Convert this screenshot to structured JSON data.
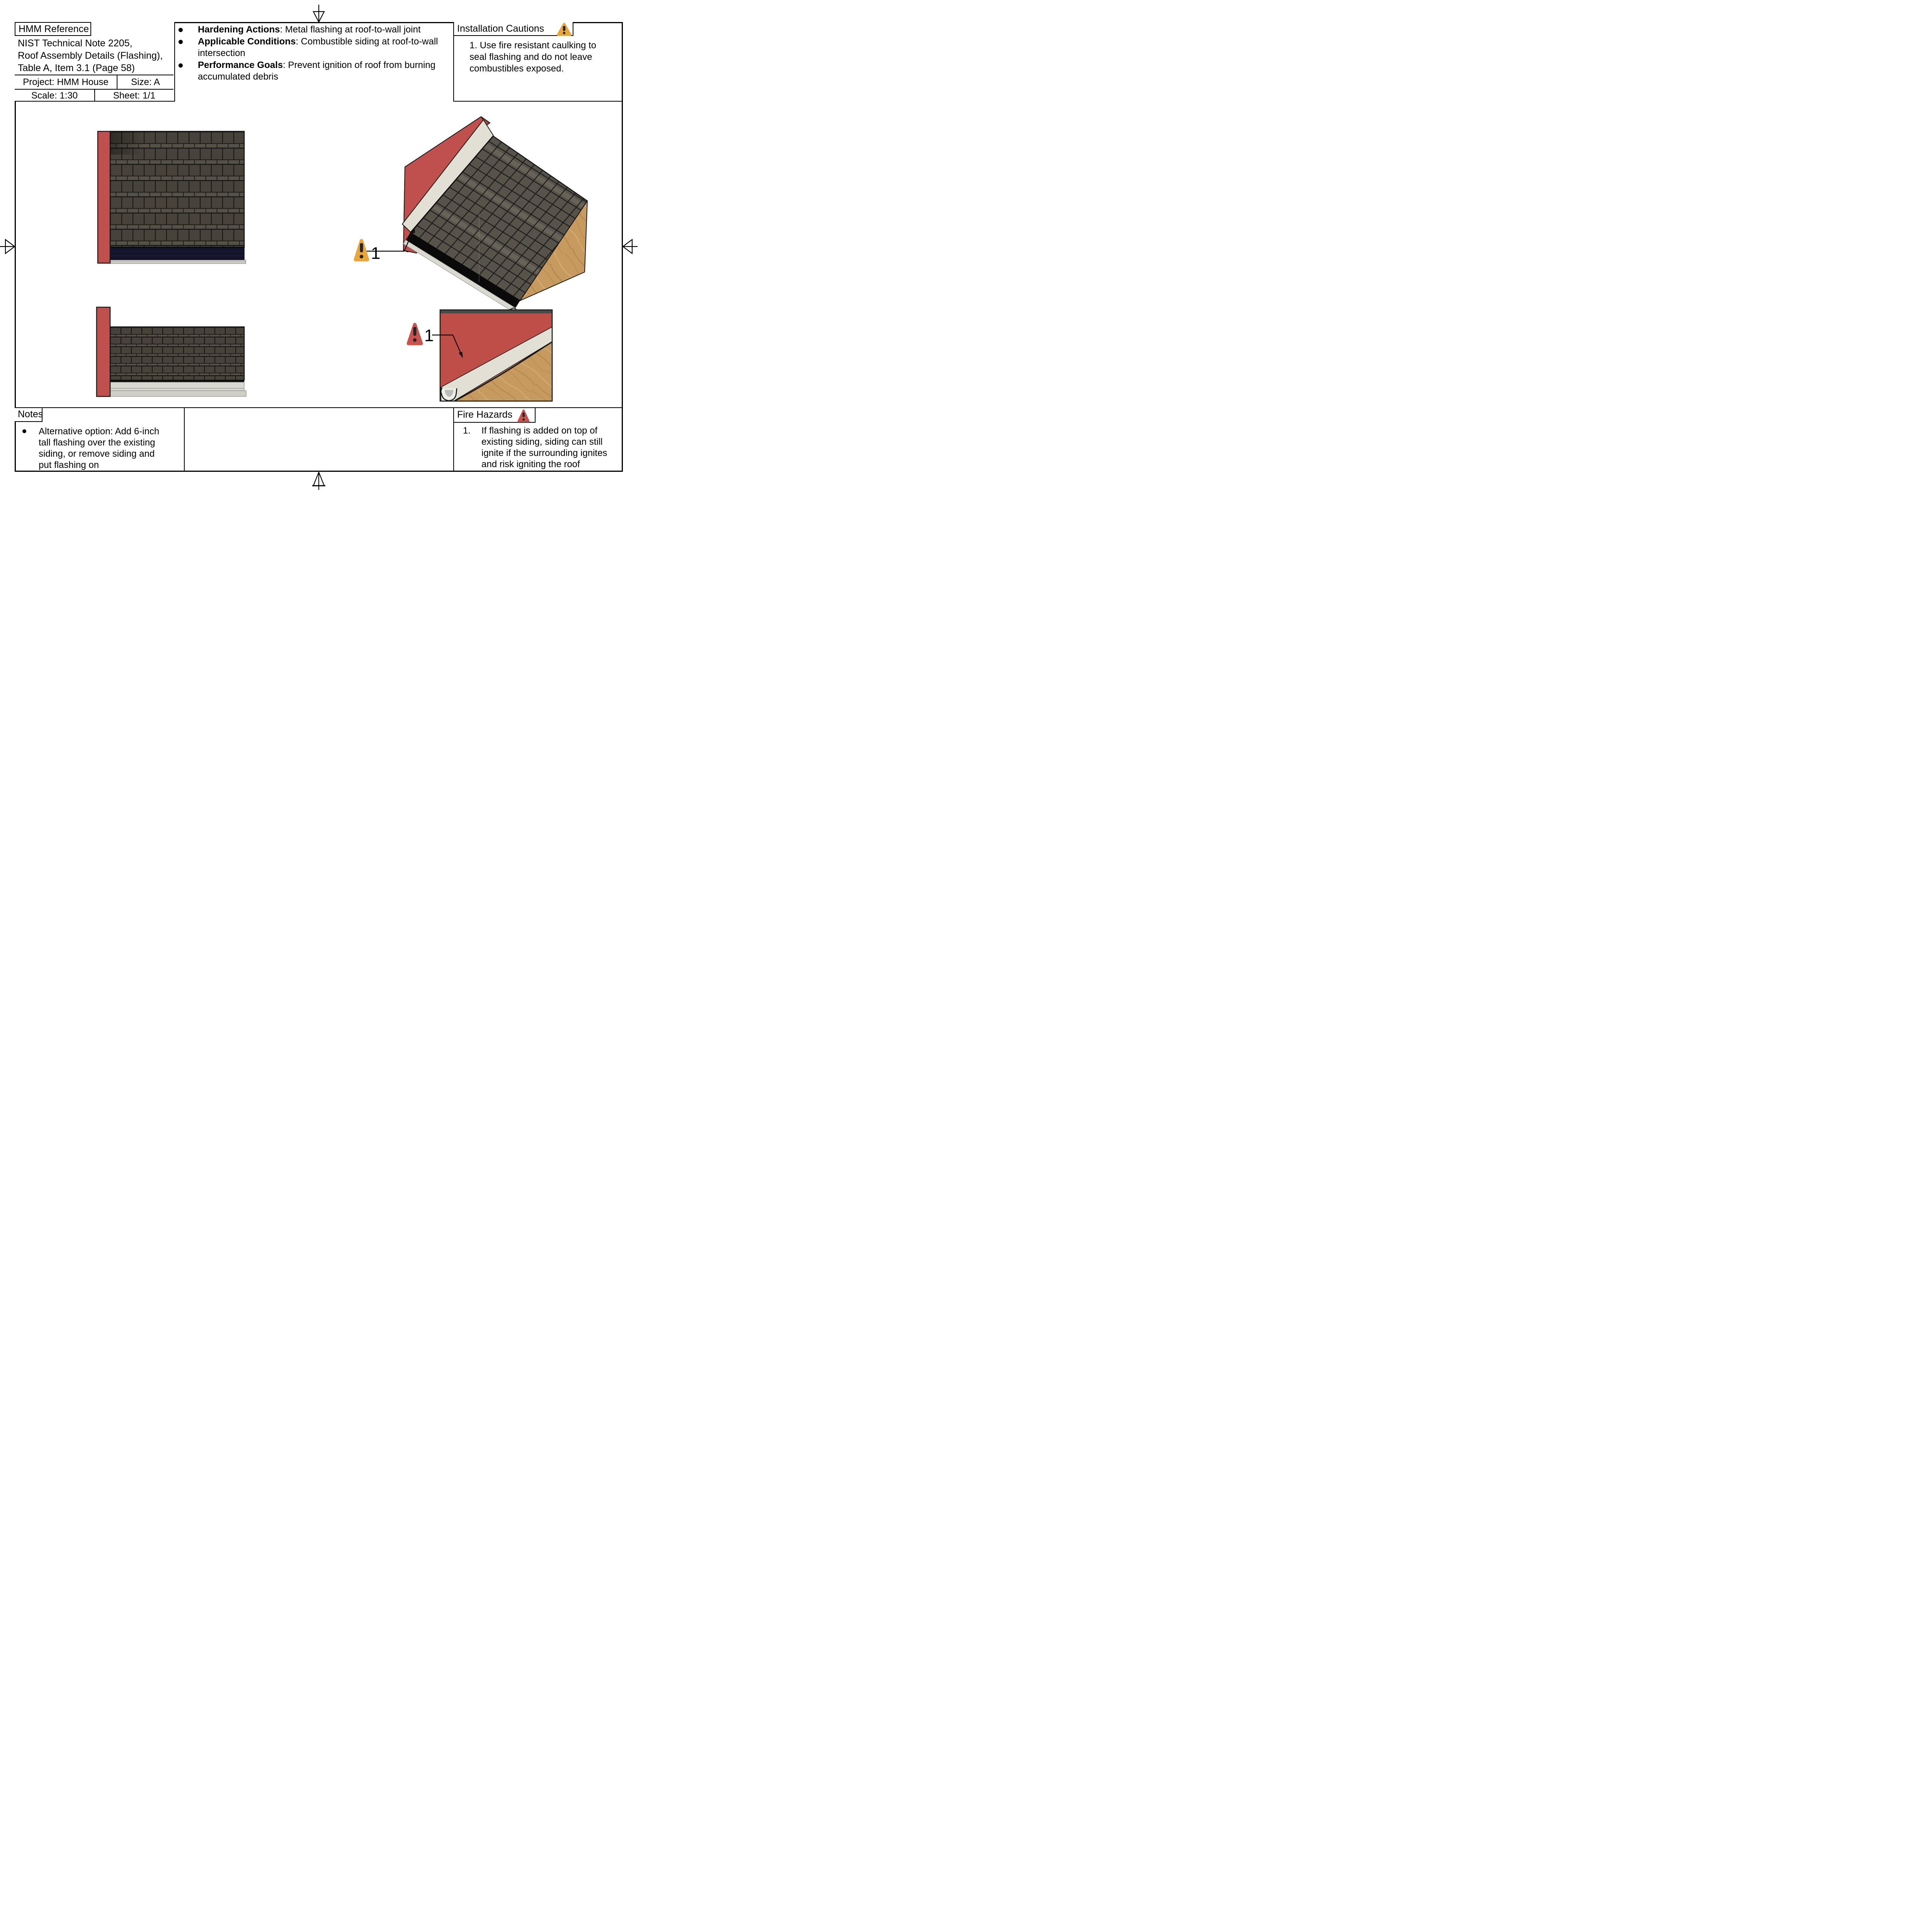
{
  "sheet": {
    "title_block": {
      "reference_label": "HMM Reference",
      "reference_line1": "NIST Technical Note 2205,",
      "reference_line2": "Roof Assembly Details (Flashing),",
      "reference_line3": "Table A, Item 3.1 (Page 58)",
      "project": "Project: HMM House",
      "size": "Size: A",
      "scale": "Scale: 1:30",
      "sheet_num": "Sheet: 1/1"
    },
    "specs": {
      "item1_label": "Hardening Actions",
      "item1_rest": ": Metal flashing at roof-to-wall joint",
      "item2_label": "Applicable Conditions",
      "item2_rest": ": Combustible siding at roof-to-wall intersection",
      "item3_label": "Performance Goals",
      "item3_rest": ": Prevent ignition of roof from burning accumulated debris"
    },
    "installation_cautions": {
      "title": "Installation Cautions",
      "icon": "warning-triangle-orange",
      "body": "1. Use fire resistant caulking to seal flashing and do not leave combustibles exposed."
    },
    "notes": {
      "title": "Notes",
      "body": "Alternative option: Add 6-inch tall flashing over the existing siding, or remove siding and put flashing on"
    },
    "fire_hazards": {
      "title": "Fire Hazards",
      "icon": "warning-triangle-red",
      "item_number": "1.",
      "body": "If flashing is added on top of existing siding, siding can still ignite if the surrounding ignites and risk igniting the roof"
    },
    "callouts": {
      "iso_marker_label": "1",
      "section_marker_label": "1"
    },
    "colors": {
      "siding_red": "#C0504D",
      "warning_orange": "#E9A63C",
      "warning_red": "#C9534E",
      "shingle_dark": "#47433A",
      "shingle_light_course": "#565146",
      "iso_shingle": "#57534B",
      "drip_edge_navy": "#13132B",
      "fascia_gray": "#D8D8D0",
      "flashing_cream": "#E2DFD5",
      "wood_tan": "#C79A60"
    }
  }
}
